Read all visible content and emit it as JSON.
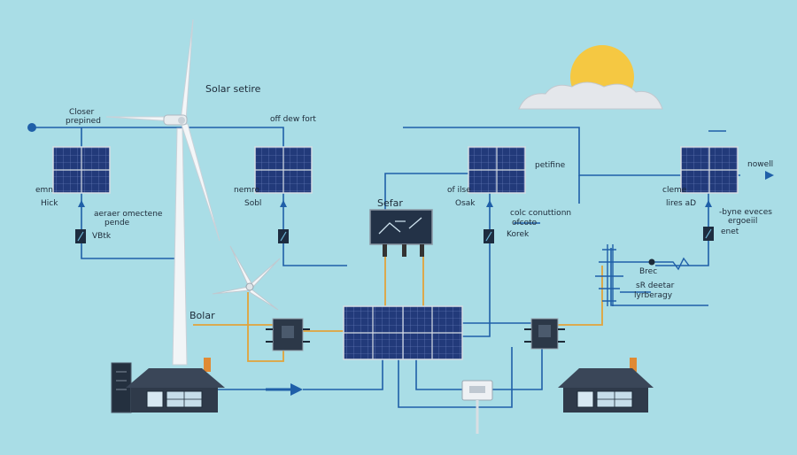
{
  "labels": {
    "solar_setire": "Solar setire",
    "closer": "Closer",
    "prepined": "prepined",
    "off_dew_fort": "off dew fort",
    "emn": "emn",
    "hick": "Hick",
    "aeraer_omectene": "aeraer omectene",
    "pende": "pende",
    "vbtk": "VBtk",
    "nemro": "nemro",
    "sobl": "Sobl",
    "sefar": "Sefar",
    "petifine": "petifine",
    "of_ilse": "of ilse",
    "osak": "Osak",
    "colc_conuttionn": "colc conuttionn",
    "ofcoto": "ofcoto",
    "korek": "Korek",
    "cleme": "cleme",
    "nowell": "nowell",
    "lires_ad": "lires aD",
    "byne_eveces": "-byne eveces",
    "ergoeiil": "ergoeiil",
    "enet": "enet",
    "brec": "Brec",
    "sr_deetar": "sR deetar",
    "lyrberagy": "lyrberagy",
    "bolar": "Bolar"
  },
  "colors": {
    "background": "#a9dde6",
    "wire_blue": "#1f5fa8",
    "wire_orange": "#e2a33a",
    "panel": "#1e2f66",
    "house_roof": "#3a4658",
    "sun": "#f5c842",
    "cloud": "#d9dde2"
  }
}
